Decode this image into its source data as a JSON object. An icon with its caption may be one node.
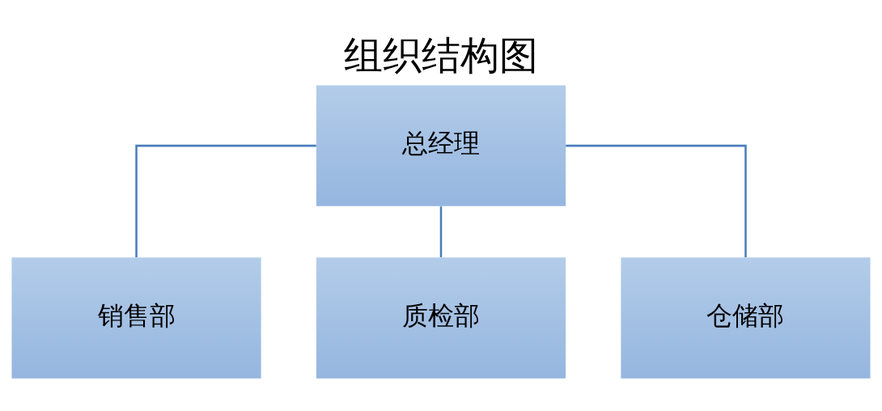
{
  "diagram": {
    "title": "组织结构图",
    "nodes": [
      {
        "text": [
          "总经理"
        ]
      },
      {
        "text": [
          "销售部"
        ]
      },
      {
        "text": [
          "质检部"
        ]
      },
      {
        "text": [
          "仓储部"
        ]
      }
    ],
    "edges": [
      {
        "from": 0,
        "to": 1,
        "arrow": "none"
      },
      {
        "from": 0,
        "to": 2,
        "arrow": "none"
      },
      {
        "from": 0,
        "to": 3,
        "arrow": "none"
      }
    ]
  }
}
